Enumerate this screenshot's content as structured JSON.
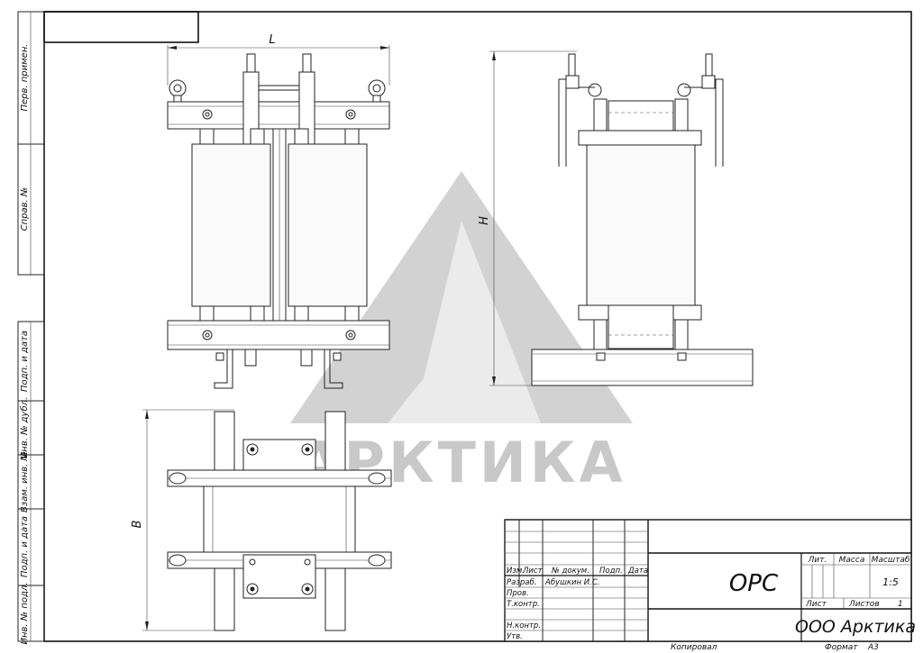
{
  "watermark": {
    "brand": "АРКТИКА",
    "color": "#c8c8c8"
  },
  "dimensions": {
    "length": "L",
    "height": "H",
    "width": "B"
  },
  "side_stamps": [
    "Перв. примен.",
    "Справ. №",
    "Подп. и дата",
    "Инв. № дубл.",
    "Взам. инв. №",
    "Подп. и дата",
    "Инв. № подл."
  ],
  "title_block": {
    "designation": "ОРС",
    "company": "ООО Арктика",
    "columns": {
      "change": "Изм.",
      "sheet": "Лист",
      "doc_no": "№ докум.",
      "sign": "Подп.",
      "date": "Дата"
    },
    "roles": {
      "developer": "Разраб.",
      "checker": "Пров.",
      "tech_control": "Т.контр.",
      "norm_control": "Н.контр.",
      "approved": "Утв."
    },
    "developer_name": "Абушкин И.С.",
    "lit_label": "Лит.",
    "mass_label": "Масса",
    "scale_label": "Масштаб",
    "scale_value": "1:5",
    "sheet_label": "Лист",
    "sheets_label": "Листов",
    "sheets_value": "1",
    "copied_label": "Копировал",
    "format_label": "Формат",
    "format_value": "А3"
  }
}
